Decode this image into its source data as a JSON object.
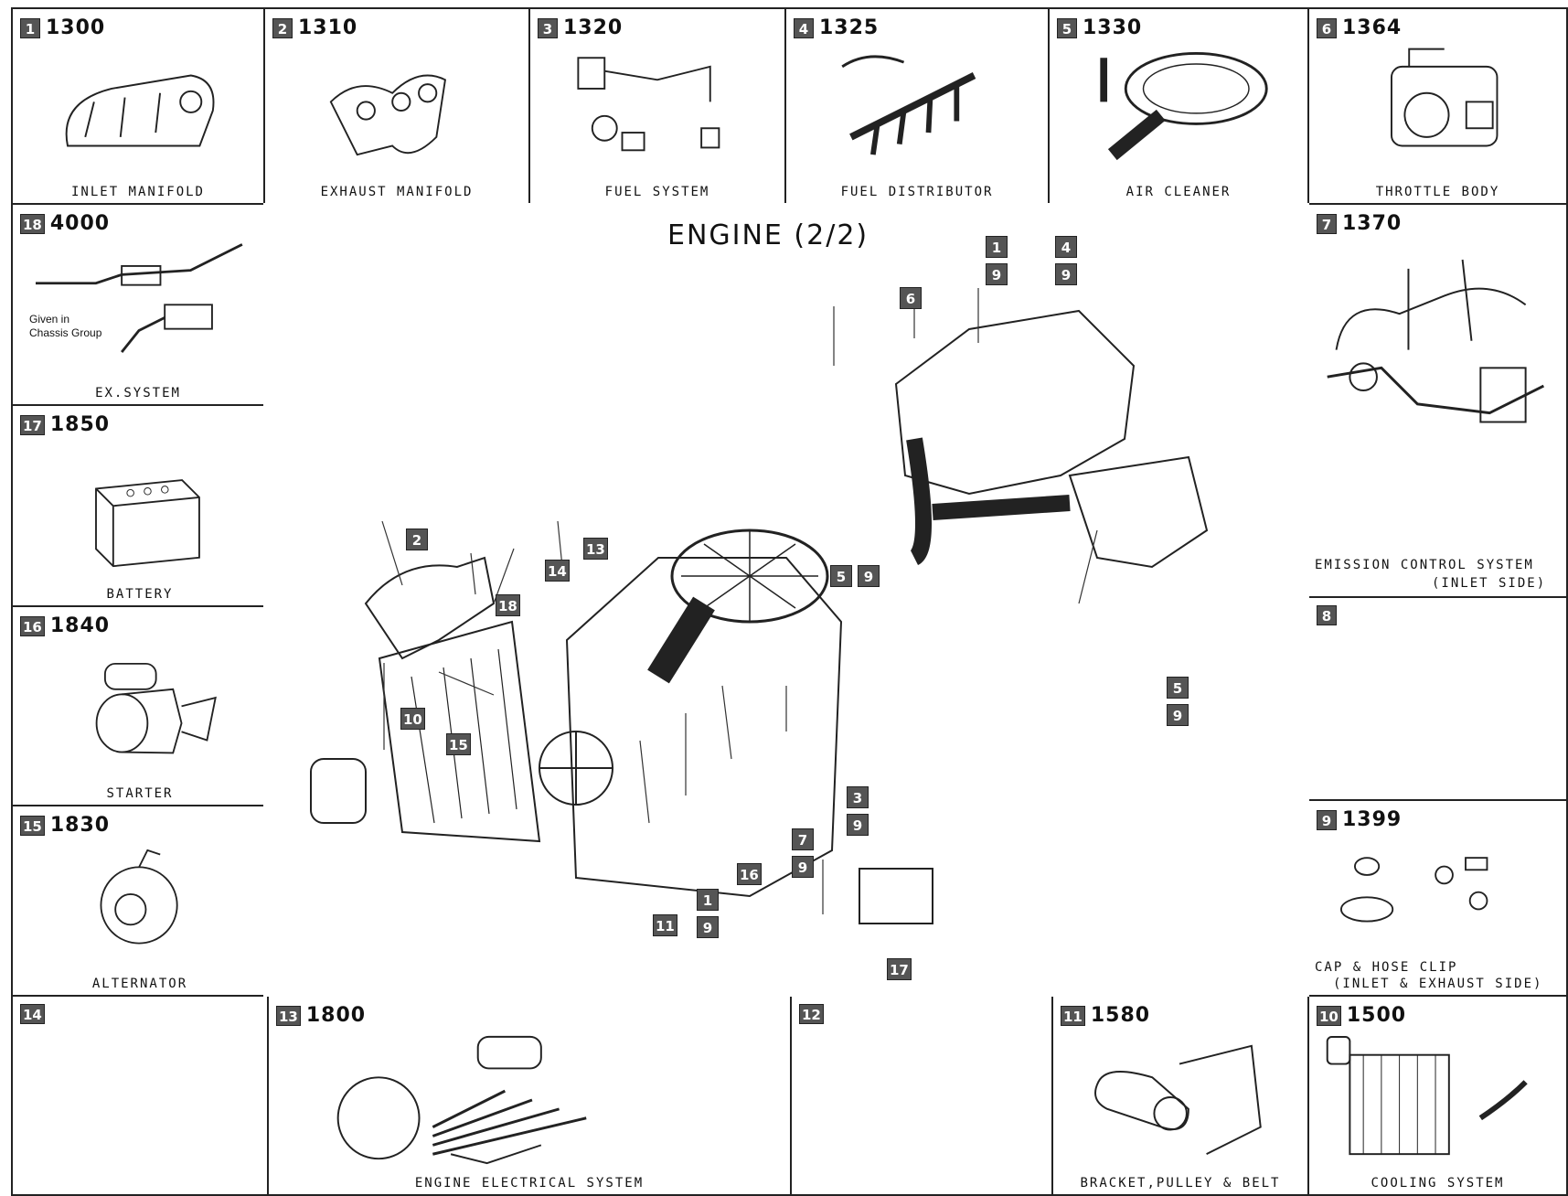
{
  "title": "ENGINE  (2/2)",
  "cells": {
    "c1": {
      "num": "1",
      "code": "1300",
      "caption": "INLET MANIFOLD"
    },
    "c2": {
      "num": "2",
      "code": "1310",
      "caption": "EXHAUST MANIFOLD"
    },
    "c3": {
      "num": "3",
      "code": "1320",
      "caption": "FUEL SYSTEM"
    },
    "c4": {
      "num": "4",
      "code": "1325",
      "caption": "FUEL DISTRIBUTOR"
    },
    "c5": {
      "num": "5",
      "code": "1330",
      "caption": "AIR CLEANER"
    },
    "c6": {
      "num": "6",
      "code": "1364",
      "caption": "THROTTLE BODY"
    },
    "c7": {
      "num": "7",
      "code": "1370",
      "caption_line1": "EMISSION CONTROL SYSTEM",
      "caption_line2": "(INLET SIDE)"
    },
    "c8": {
      "num": "8",
      "code": ""
    },
    "c9": {
      "num": "9",
      "code": "1399",
      "caption_line1": "CAP & HOSE CLIP",
      "caption_line2": "(INLET & EXHAUST SIDE)"
    },
    "c10": {
      "num": "10",
      "code": "1500",
      "caption": "COOLING SYSTEM"
    },
    "c11": {
      "num": "11",
      "code": "1580",
      "caption": "BRACKET,PULLEY & BELT"
    },
    "c12": {
      "num": "12",
      "code": ""
    },
    "c13": {
      "num": "13",
      "code": "1800",
      "caption": "ENGINE ELECTRICAL SYSTEM"
    },
    "c14": {
      "num": "14",
      "code": ""
    },
    "c15": {
      "num": "15",
      "code": "1830",
      "caption": "ALTERNATOR"
    },
    "c16": {
      "num": "16",
      "code": "1840",
      "caption": "STARTER"
    },
    "c17": {
      "num": "17",
      "code": "1850",
      "caption": "BATTERY"
    },
    "c18": {
      "num": "18",
      "code": "4000",
      "caption": "EX.SYSTEM",
      "note_line1": "Given in",
      "note_line2": "Chassis Group"
    }
  },
  "callouts": {
    "a": [
      "1",
      "9"
    ],
    "b": [
      "4",
      "9"
    ],
    "c": [
      "6"
    ],
    "d": [
      "5",
      "9"
    ],
    "e": [
      "2"
    ],
    "f": [
      "14"
    ],
    "g": [
      "13"
    ],
    "h": [
      "18"
    ],
    "i": [
      "5",
      "9"
    ],
    "j": [
      "10"
    ],
    "k": [
      "15"
    ],
    "l": [
      "3",
      "9"
    ],
    "m": [
      "7",
      "9"
    ],
    "n": [
      "16"
    ],
    "o": [
      "1",
      "9"
    ],
    "p": [
      "11"
    ],
    "q": [
      "17"
    ]
  }
}
